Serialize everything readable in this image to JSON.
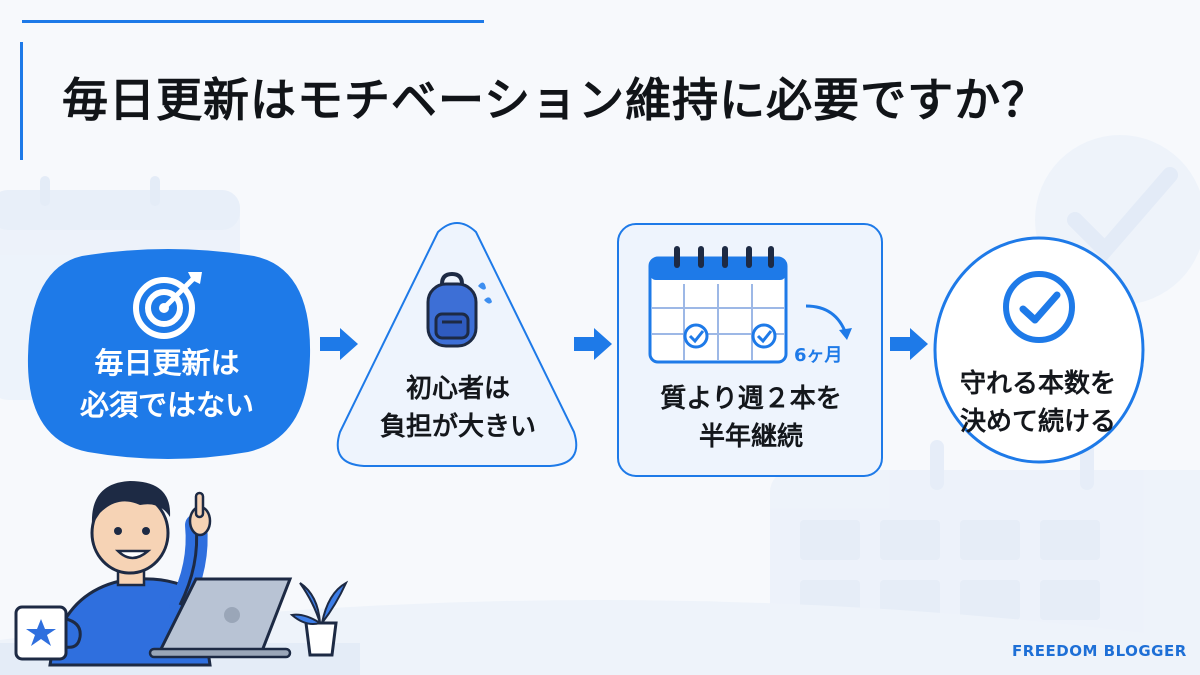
{
  "title": "毎日更新はモチベーション維持に必要ですか？",
  "steps": [
    {
      "lines": [
        "毎日更新は",
        "必須ではない"
      ],
      "icon": "target-icon",
      "shape": "rounded-blob",
      "fill": "#1e7ae8"
    },
    {
      "lines": [
        "初心者は",
        "負担が大きい"
      ],
      "icon": "backpack-icon",
      "shape": "triangle",
      "fill": "#eef4fd"
    },
    {
      "lines": [
        "質より週２本を",
        "半年継続"
      ],
      "icon": "calendar-icon",
      "shape": "rounded-square",
      "fill": "#eef4fd",
      "badge": "6ヶ月"
    },
    {
      "lines": [
        "守れる本数を",
        "決めて続ける"
      ],
      "icon": "checkmark-circle-icon",
      "shape": "circle",
      "fill": "#ffffff"
    }
  ],
  "arrows": 3,
  "brand": "FREEDOM BLOGGER",
  "colors": {
    "accent": "#1e7ae8",
    "dark": "#111418",
    "panel": "#eef4fd",
    "background": "#f7f9fc"
  }
}
